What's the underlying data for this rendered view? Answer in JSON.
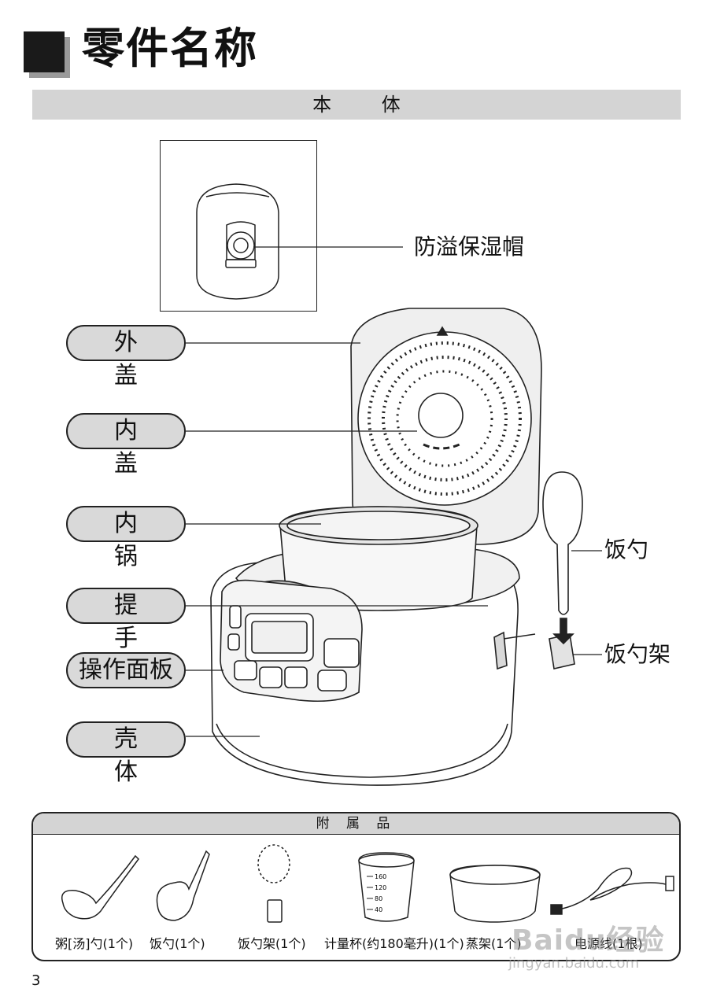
{
  "page_title": "零件名称",
  "section_title": "本 体",
  "inset_label": "防溢保湿帽",
  "parts": [
    {
      "id": "outer-lid",
      "label": "外 盖"
    },
    {
      "id": "inner-lid",
      "label": "内 盖"
    },
    {
      "id": "inner-pot",
      "label": "内 锅"
    },
    {
      "id": "handle",
      "label": "提 手"
    },
    {
      "id": "control-panel",
      "label": "操作面板"
    },
    {
      "id": "body-shell",
      "label": "壳 体"
    }
  ],
  "side_labels": {
    "paddle": "饭勺",
    "paddle_holder": "饭勺架"
  },
  "accessories": {
    "title": "附 属 品",
    "items": [
      {
        "label": "粥[汤]勺(1个)"
      },
      {
        "label": "饭勺(1个)"
      },
      {
        "label": "饭勺架(1个)"
      },
      {
        "label": "计量杯(约180毫升)(1个)"
      },
      {
        "label": "蒸架(1个)"
      },
      {
        "label": "电源线(1根)"
      }
    ],
    "cup_marks": [
      "160",
      "120",
      "80",
      "40"
    ]
  },
  "page_number": "3",
  "watermark": {
    "brand": "Baidu经验",
    "url": "jingyan.baidu.com"
  }
}
